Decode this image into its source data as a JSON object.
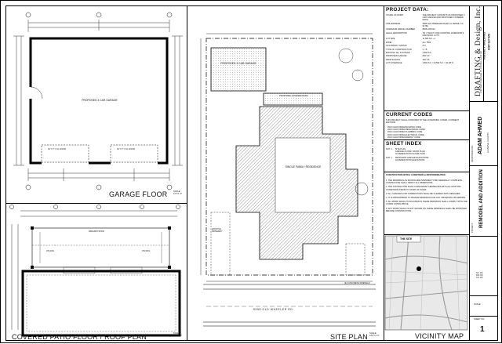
{
  "views": {
    "garage_floor": {
      "title": "GARAGE FLOOR",
      "scale": "SCALE: 1/4\"=1'-0\"",
      "room_label": "PROPOSED 3 CAR GARAGE",
      "door_label_1": "16' X 7' O.H. DOOR",
      "door_label_2": "16' X 7' O.H. DOOR"
    },
    "patio": {
      "title": "COVERED PATIO FLOOR / ROOF  PLAN",
      "scale": "SCALE: 1/4\"=1'-0\"",
      "roof_label": "PARAPET ROOF",
      "label_left": "ON RAIL",
      "label_right": "ON RAIL"
    },
    "site": {
      "title": "SITE PLAN",
      "scale": "SCALE: 1/16\"=1'-0\"",
      "street": "5955 OLD WHEELER RD",
      "residence": "SINGLE FAMILY RESIDENCE",
      "garage_label": "PROPOSED 3 CAR GARAGE",
      "patio_label": "PROPOSED COVERED PATIO",
      "note_left": "EXISTING DRIVEWAY",
      "sidewalk": "(E) CONCRETE SIDEWALK"
    },
    "vicinity": {
      "title": "VICINITY MAP",
      "site_label": "THE SITE"
    }
  },
  "project_data": {
    "title": "PROJECT DATA:",
    "rows": [
      {
        "k": "SCOPE OF WORK",
        "v": "THE PROJECT CONSISTS OF PROPOSED 3 CAR GARAGE AND PROPOSED COVERED PATIO"
      },
      {
        "k": "JOB ADDRESS",
        "v": "5955 OLD WHEELER ROAD LA VERNE, CA 91750"
      },
      {
        "k": "ASSESSOR PARCEL NUMBER",
        "v": "8665-018-012"
      },
      {
        "k": "LEGAL DESCRIPTION",
        "v": "TR = TRACT FOR COUNTING ASSESSOR'S MAP BOOK LOT 5"
      },
      {
        "k": "LOT SIZE",
        "v": "11,505 S.F. +/-"
      },
      {
        "k": "ZONE",
        "v": "R-1 7500"
      },
      {
        "k": "OCCUPANCY GROUP",
        "v": "R-3"
      },
      {
        "k": "TYPE OF CONSTRUCTION",
        "v": "V - B"
      },
      {
        "k": "EXISTING SQ. FOOTAGE",
        "v": "2,592 S.F."
      },
      {
        "k": "PROPOSED GARAGE",
        "v": "660 S.F."
      },
      {
        "k": "PROP'D PATIO",
        "v": "340 S.F."
      },
      {
        "k": "LOT COVERAGE",
        "v": "3,592 S.F. / 10,592 S.F. = 31.38 %"
      }
    ]
  },
  "current_codes": {
    "title": "CURRENT CODES",
    "intro": "THIS PROJECT SHALL CONFORM TO THE GOVERNING CODES / CURRENT EDITIONS",
    "items": [
      "2013 CALIFORNIA BUILDING CODE",
      "2013 CALIFORNIA MECHANICAL CODE",
      "2013 CALIFORNIA PLUMBING CODE",
      "2013 CALIFORNIA ELECTRICAL CODE",
      "2013 CALIFORNIA ENERGY CODE"
    ]
  },
  "sheet_index": {
    "title": "SHEET  INDEX",
    "items": [
      {
        "id": "SHT. 1",
        "lines": [
          "SITE PLAN",
          "GARAGE FLOOR / ROOF PLAN",
          "COVERED PATIO FLOOR PLAN"
        ]
      },
      {
        "id": "SHT. 1",
        "lines": [
          "DETACHED GARAGE ELEVATIONS",
          "COVERED PATIO ELEVATIONS"
        ]
      }
    ]
  },
  "construction_notes": {
    "title": "CONSTRUCTION NOTES, CONDITIONS & RESPONSIBILITIES:",
    "items": [
      "1. THE DRAWINGS AS SHOWN ARE INTENDED TO BE GENERALLY COMPLETE. CONTRACTOR SHALL VERIFY ALL DIMENSIONS.",
      "2. THE CONTRACTOR SHALL FAMILIARIZE THEMSELVES WITH ALL EXISTING CONDITIONS PRIOR TO START OF WORK.",
      "3. ALL CHANGES FOR CORRECTIONS SHALL BE CLEARED WITH DESIGNER.",
      "4. IT IS APPROPRIATE TO REVIEW DRAWINGS FOR ANY OMISSIONS OR ERRORS.",
      "5. ALL WORK WHICH IS INCLUDED IN THESE DRAWINGS SHALL COMPLY WITH THE CODES LISTED ABOVE.",
      "6. ANY WORK WHICH IS NOT SHOWN ON THESE DRAWINGS SHALL BE APPROVED BEFORE CONSTRUCTION."
    ]
  },
  "title_block": {
    "firm": "DRAFTING & Design, Inc.",
    "firm_address": "1790 WEST ORANGE ST. COVINA, CA 91722",
    "seal_line_1": "DRAFTING & DESIGN",
    "seal_line_2": "626-475-2203",
    "prepared_for_label": "PROPOSED FOR:",
    "client_name": "ADAM AHMED",
    "client_address": "LA VERNE, CA 91750",
    "project_label": "PROJECT:",
    "project": "REMODEL AND ADDITION",
    "date_rows": [
      "SC: AS",
      "DR: AS",
      "CK: AS"
    ],
    "scale_label": "SCALE:",
    "sheet_label": "SHEET NO:",
    "sheet_no": "1"
  }
}
